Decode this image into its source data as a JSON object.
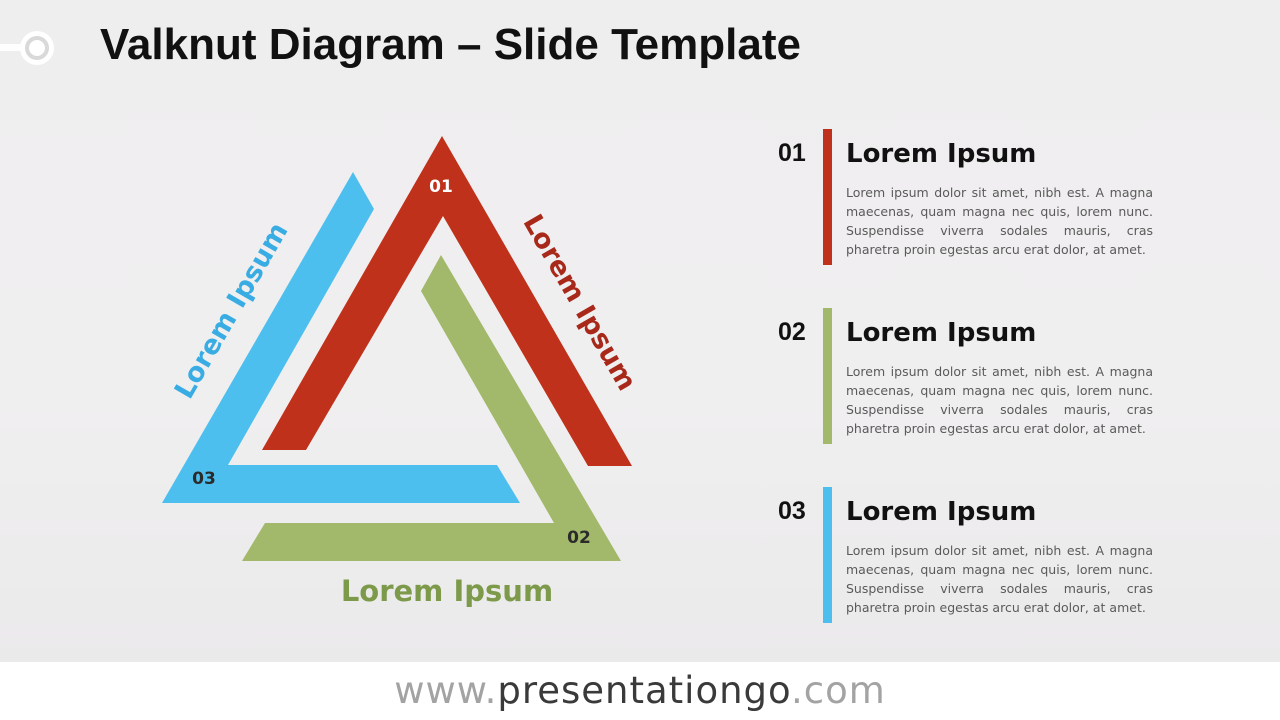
{
  "title": "Valknut Diagram – Slide Template",
  "colors": {
    "red": "#c0311b",
    "green": "#a2b86a",
    "blue": "#4dbfee",
    "red_text": "#a8281a",
    "green_text": "#7c9a4a",
    "blue_text": "#39ade3"
  },
  "diagram": {
    "triangles": [
      {
        "number": "01",
        "label": "Lorem Ipsum",
        "color": "red"
      },
      {
        "number": "02",
        "label": "Lorem Ipsum",
        "color": "green"
      },
      {
        "number": "03",
        "label": "Lorem Ipsum",
        "color": "blue"
      }
    ]
  },
  "items": [
    {
      "number": "01",
      "title": "Lorem Ipsum",
      "text": "Lorem ipsum dolor sit amet, nibh est. A magna maecenas, quam magna nec quis, lorem nunc. Suspendisse viverra sodales mauris, cras pharetra proin egestas arcu erat dolor, at amet.",
      "color": "#c0311b"
    },
    {
      "number": "02",
      "title": "Lorem Ipsum",
      "text": "Lorem ipsum dolor sit amet, nibh est. A magna maecenas, quam magna nec quis, lorem nunc. Suspendisse viverra sodales mauris, cras pharetra proin egestas arcu erat dolor, at amet.",
      "color": "#a2b86a"
    },
    {
      "number": "03",
      "title": "Lorem Ipsum",
      "text": "Lorem ipsum dolor sit amet, nibh est. A magna maecenas, quam magna nec quis, lorem nunc. Suspendisse viverra sodales mauris, cras pharetra proin egestas arcu erat dolor, at amet.",
      "color": "#4dbfee"
    }
  ],
  "footer": {
    "prefix": "www.",
    "domain": "presentationgo",
    "suffix": ".com"
  }
}
